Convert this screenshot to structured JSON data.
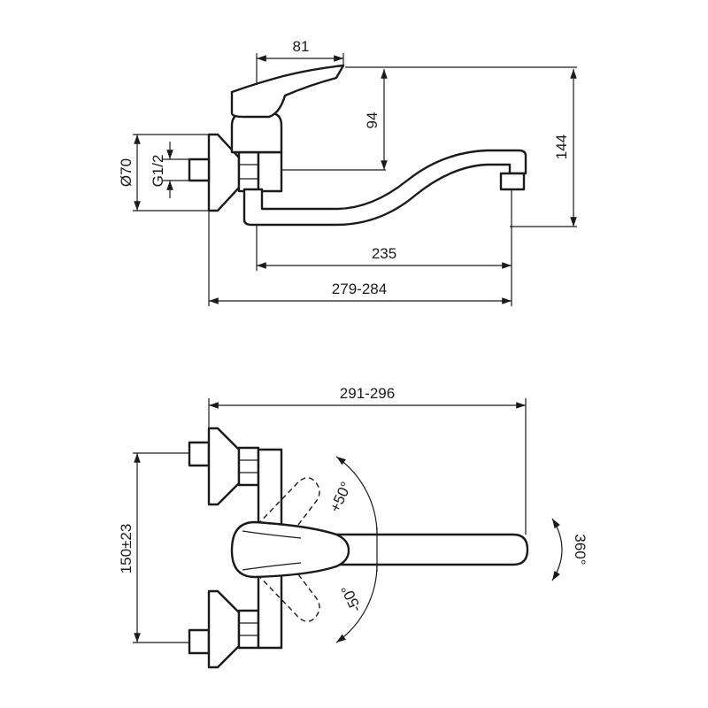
{
  "side_view": {
    "dim_lever_width": "81",
    "dim_lever_height": "94",
    "dim_total_height": "144",
    "dim_flange_diameter": "Ø70",
    "dim_thread": "G1/2",
    "dim_spout_reach": "235",
    "dim_total_reach": "279-284"
  },
  "top_view": {
    "dim_overall_length": "291-296",
    "dim_connection_centres": "150±23",
    "dim_lever_plus": "+50°",
    "dim_lever_minus": "-50°",
    "dim_spout_rotation": "360°"
  }
}
